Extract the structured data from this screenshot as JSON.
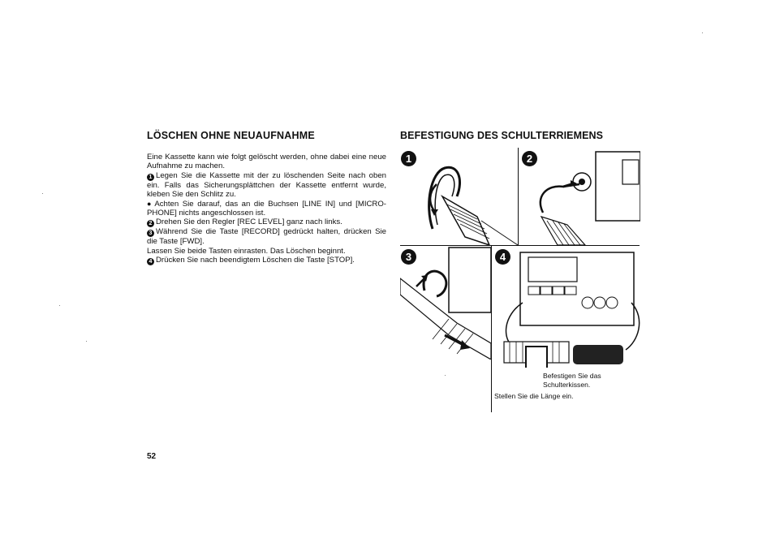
{
  "page_number": "52",
  "left": {
    "heading": "LÖSCHEN OHNE NEUAUFNAHME",
    "intro": "Eine Kassette kann wie folgt gelöscht werden, ohne dabei eine neue Aufnahme zu machen.",
    "step1_num": "1",
    "step1": "Legen Sie die Kassette mit der zu löschenden Seite nach oben ein. Falls das Sicherungsplättchen der Kassette entfernt wurde, kleben Sie den Schlitz zu.",
    "note_bullet": "●",
    "note": "Achten Sie darauf, das an die Buchsen [LINE IN] und [MICRO-PHONE] nichts angeschlossen ist.",
    "step2_num": "2",
    "step2": "Drehen Sie den Regler [REC LEVEL] ganz nach links.",
    "step3_num": "3",
    "step3": "Während Sie die Taste [RECORD] gedrückt halten, drücken Sie die Taste [FWD].",
    "step3b": "Lassen Sie beide Tasten einrasten. Das Löschen beginnt.",
    "step4_num": "4",
    "step4": "Drücken Sie nach beendigtem Löschen die Taste [STOP]."
  },
  "right": {
    "heading": "BEFESTIGUNG DES SCHULTERRIEMENS",
    "fig1_label": "1",
    "fig2_label": "2",
    "fig3_label": "3",
    "fig4_label": "4",
    "caption_pad_1": "Befestigen Sie das",
    "caption_pad_2": "Schulterkissen.",
    "caption_length": "Stellen Sie die Länge ein."
  }
}
